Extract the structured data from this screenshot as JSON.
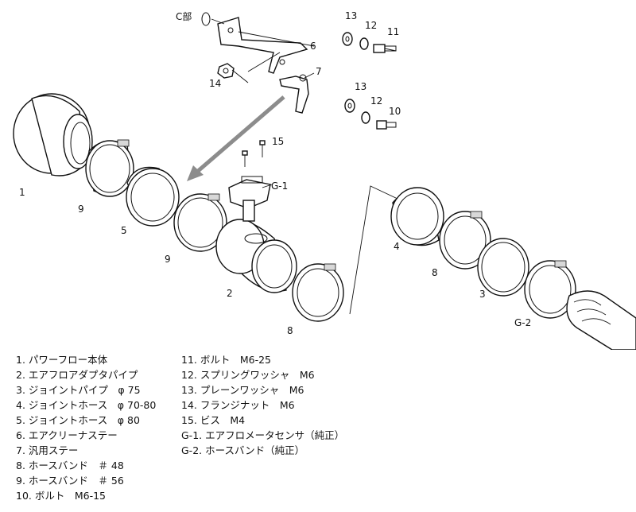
{
  "callouts": {
    "c_part": "C部",
    "n1": "1",
    "n2": "2",
    "n3": "3",
    "n4": "4",
    "n5": "5",
    "n6": "6",
    "n7": "7",
    "n8a": "8",
    "n8b": "8",
    "n9a": "9",
    "n9b": "9",
    "n10": "10",
    "n11": "11",
    "n12a": "12",
    "n12b": "12",
    "n13a": "13",
    "n13b": "13",
    "n14": "14",
    "n15": "15",
    "g1": "G-1",
    "g2": "G-2"
  },
  "legend": {
    "left": [
      "1. パワーフロー本体",
      "2. エアフロアダプタパイプ",
      "3. ジョイントパイプ　φ 75",
      "4. ジョイントホース　φ 70-80",
      "5. ジョイントホース　φ 80",
      "6. エアクリーナステー",
      "7. 汎用ステー",
      "8. ホースバンド　＃ 48",
      "9. ホースバンド　＃ 56",
      "10. ボルト　M6-15"
    ],
    "right": [
      "11. ボルト　M6-25",
      "12. スプリングワッシャ　M6",
      "13. プレーンワッシャ　M6",
      "14. フランジナット　M6",
      "15. ビス　M4",
      "G-1. エアフロメータセンサ（純正）",
      "G-2. ホースバンド（純正）"
    ]
  },
  "colors": {
    "arrow": "#8c8c8c",
    "ink": "#111111"
  }
}
